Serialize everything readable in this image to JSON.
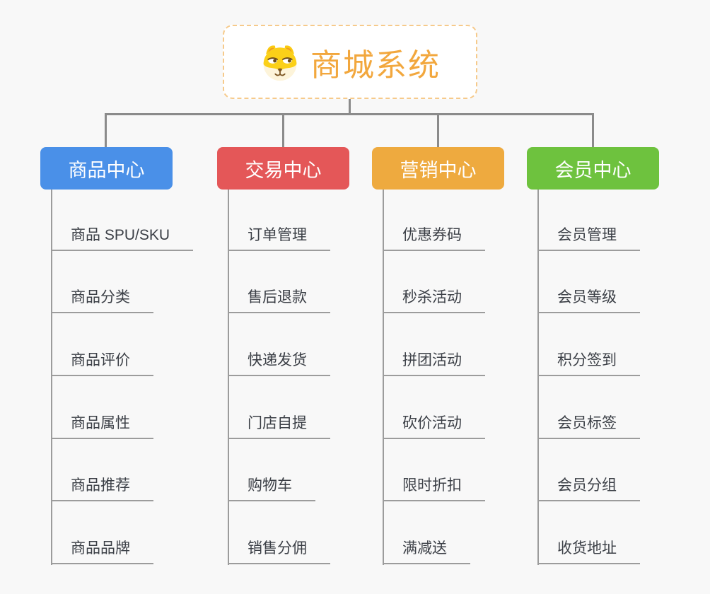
{
  "root": {
    "title": "商城系统",
    "icon": "shiba-dog-icon"
  },
  "branches": [
    {
      "label": "商品中心",
      "color": "#4a90e8",
      "children": [
        "商品 SPU/SKU",
        "商品分类",
        "商品评价",
        "商品属性",
        "商品推荐",
        "商品品牌"
      ]
    },
    {
      "label": "交易中心",
      "color": "#e45758",
      "children": [
        "订单管理",
        "售后退款",
        "快递发货",
        "门店自提",
        "购物车",
        "销售分佣"
      ]
    },
    {
      "label": "营销中心",
      "color": "#eeaa3f",
      "children": [
        "优惠券码",
        "秒杀活动",
        "拼团活动",
        "砍价活动",
        "限时折扣",
        "满减送"
      ]
    },
    {
      "label": "会员中心",
      "color": "#6ec23e",
      "children": [
        "会员管理",
        "会员等级",
        "积分签到",
        "会员标签",
        "会员分组",
        "收货地址"
      ]
    }
  ],
  "colors": {
    "background": "#f8f8f8",
    "connector": "#8b8b8b",
    "leaf_line": "#9c9c9c",
    "leaf_text": "#3b3f46",
    "root_text": "#f2a73d",
    "root_border": "#f6ca8b"
  }
}
